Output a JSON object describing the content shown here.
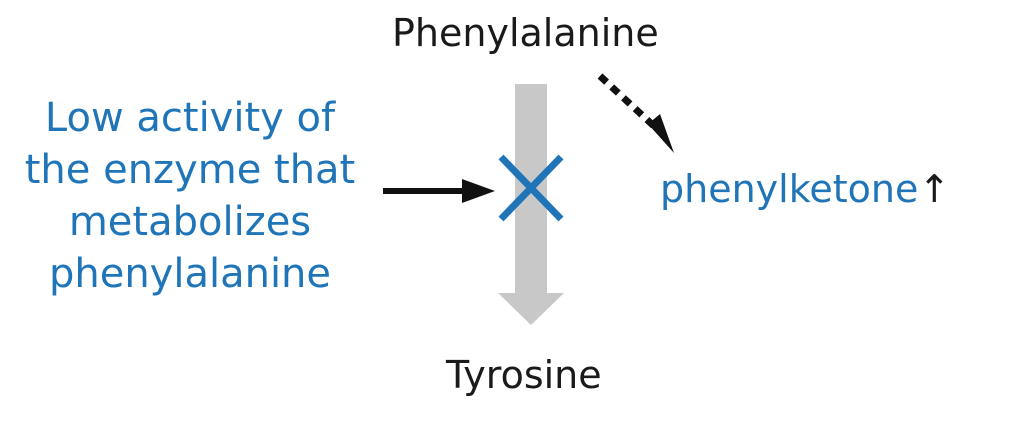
{
  "labels": {
    "substrate": "Phenylalanine",
    "product": "Tyrosine",
    "byproduct": "phenylketone",
    "byproduct_trend": "↑"
  },
  "annotation": {
    "lines": [
      "Low activity of",
      "the enzyme that",
      "metabolizes",
      "phenylalanine"
    ]
  },
  "colors": {
    "accent_blue": "#1f75b8",
    "pathway_gray": "#c8c8c8",
    "text_black": "#1a1a1a"
  },
  "icons": {
    "block": "cross-icon",
    "pathway": "down-arrow-icon",
    "side_reaction": "dotted-arrow-icon",
    "pointer": "right-arrow-icon"
  }
}
